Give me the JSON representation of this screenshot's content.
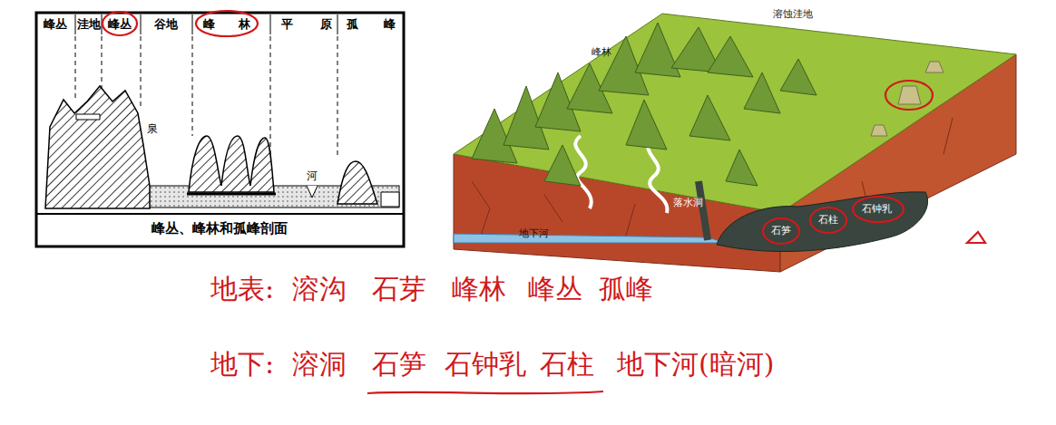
{
  "diagram": {
    "caption": "峰丛、峰林和孤峰剖面",
    "labels": [
      "峰丛",
      "洼地",
      "峰丛",
      "谷地",
      "峰林",
      "平原",
      "孤峰",
      "泉",
      "河",
      "溶蚀洼地",
      "峰林",
      "落水洞",
      "地下河",
      "石笋",
      "石柱",
      "石钟乳",
      "地表:",
      "溶沟",
      "石芽",
      "峰林",
      "峰丛",
      "孤峰",
      "地下:",
      "溶洞",
      "石笋",
      "石钟乳",
      "石柱",
      "地下河(暗河)"
    ]
  }
}
